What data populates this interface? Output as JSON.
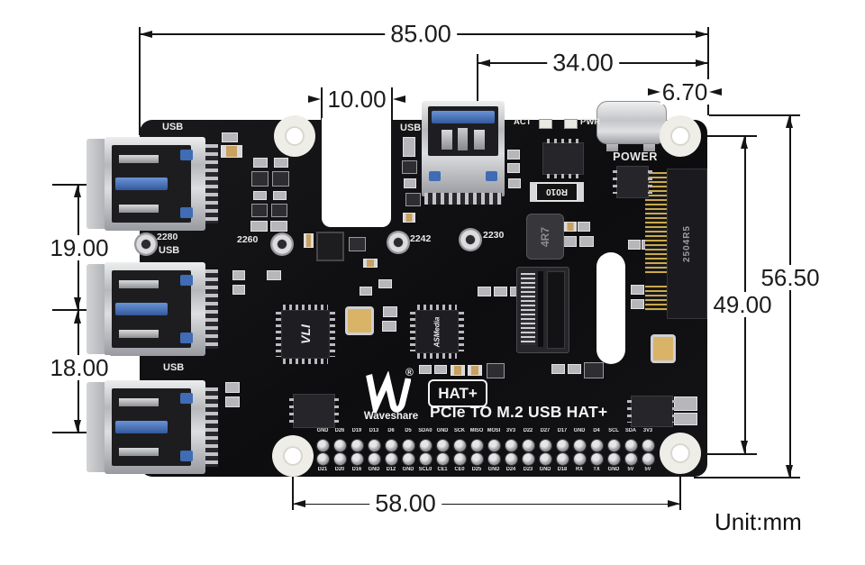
{
  "meta": {
    "unit_label": "Unit:mm"
  },
  "dimensions": {
    "board_width": "85.00",
    "top_usb_to_edge": "34.00",
    "slot_width": "10.00",
    "typec_to_edge": "6.70",
    "usb_pitch_top": "19.00",
    "usb_pitch_bottom": "18.00",
    "board_height": "56.50",
    "hole_pitch_vertical": "49.00",
    "hole_pitch_horizontal": "58.00"
  },
  "silkscreen": {
    "usb": "USB",
    "act": "ACT",
    "pwr": "PWR",
    "power": "POWER",
    "hat_badge": "HAT+",
    "product": "PCIe TO M.2 USB HAT+",
    "brand": "Waveshare",
    "reg_mark": "®",
    "m2_sizes": [
      "2280",
      "2260",
      "2242",
      "2230"
    ]
  },
  "chip_markings": {
    "usb_hub": "VLI",
    "bridge": "ASMedia",
    "inductor": "4R7",
    "shunt_resistor": "R010",
    "m2_socket": "2504R5"
  },
  "gpio": {
    "top_row": [
      "GND",
      "D26",
      "D19",
      "D13",
      "D6",
      "D5",
      "SDA0",
      "GND",
      "SCK",
      "MISO",
      "MOSI",
      "3V3",
      "D22",
      "D27",
      "D17",
      "GND",
      "D4",
      "SCL",
      "SDA",
      "3V3"
    ],
    "bottom_row": [
      "D21",
      "D20",
      "D16",
      "GND",
      "D12",
      "GND",
      "SCL0",
      "CE1",
      "CE0",
      "D25",
      "GND",
      "D24",
      "D23",
      "GND",
      "D18",
      "RX",
      "TX",
      "GND",
      "5V",
      "5V"
    ]
  },
  "colors": {
    "board": "#0d0d0f",
    "dimension_lines": "#151515",
    "usb_blue": "#3f6cb4",
    "m2_gold": "#c9a84f",
    "silkscreen": "#e9e9e9"
  }
}
